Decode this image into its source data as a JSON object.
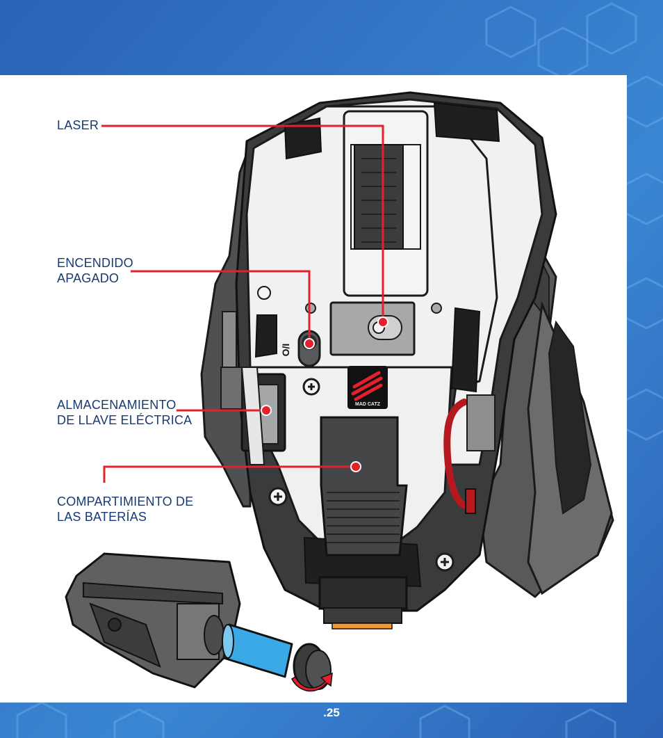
{
  "callouts": {
    "laser": "LASER",
    "power_line1": "ENCENDIDO",
    "power_line2": "APAGADO",
    "key_line1": "ALMACENAMIENTO",
    "key_line2": "DE LLAVE ELÉCTRICA",
    "battery_line1": "COMPARTIMIENTO DE",
    "battery_line2": "LAS BATERÍAS"
  },
  "mouse": {
    "switch_label": "O/I",
    "brand": "MAD CATZ"
  },
  "page": {
    "number": ".25"
  },
  "colors": {
    "background_blue": "#2f6fc0",
    "panel_white": "#ffffff",
    "callout_red": "#e3202b",
    "text_navy": "#173a73",
    "battery_blue": "#3aa9e6",
    "cable_red": "#b3191f"
  }
}
